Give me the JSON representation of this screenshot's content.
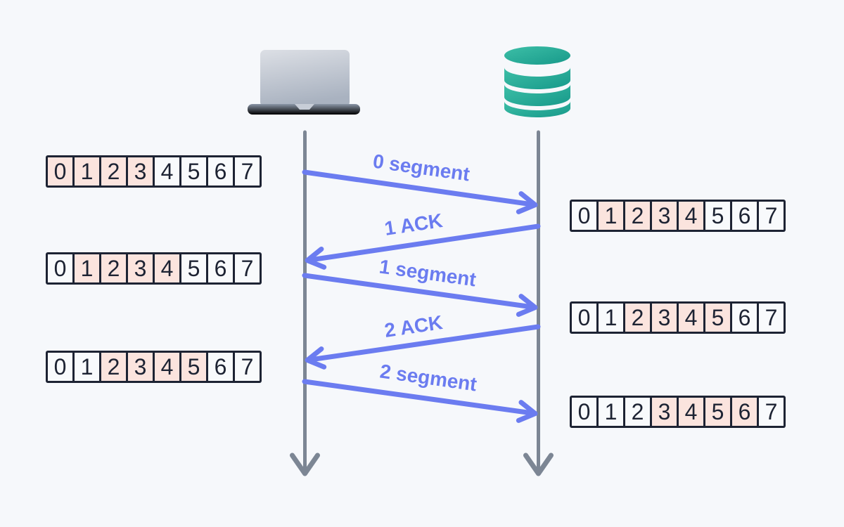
{
  "diagram": {
    "type": "sequence-diagram",
    "nodes": {
      "client": {
        "icon": "laptop"
      },
      "server": {
        "icon": "database"
      }
    },
    "messages": [
      {
        "label": "0 segment",
        "direction": "client-to-server"
      },
      {
        "label": "1 ACK",
        "direction": "server-to-client"
      },
      {
        "label": "1 segment",
        "direction": "client-to-server"
      },
      {
        "label": "2 ACK",
        "direction": "server-to-client"
      },
      {
        "label": "2 segment",
        "direction": "client-to-server"
      }
    ],
    "windows": {
      "left": [
        {
          "cells": [
            {
              "v": "0",
              "f": true
            },
            {
              "v": "1",
              "f": true
            },
            {
              "v": "2",
              "f": true
            },
            {
              "v": "3",
              "f": true
            },
            {
              "v": "4",
              "f": false
            },
            {
              "v": "5",
              "f": false
            },
            {
              "v": "6",
              "f": false
            },
            {
              "v": "7",
              "f": false
            }
          ]
        },
        {
          "cells": [
            {
              "v": "0",
              "f": false
            },
            {
              "v": "1",
              "f": true
            },
            {
              "v": "2",
              "f": true
            },
            {
              "v": "3",
              "f": true
            },
            {
              "v": "4",
              "f": true
            },
            {
              "v": "5",
              "f": false
            },
            {
              "v": "6",
              "f": false
            },
            {
              "v": "7",
              "f": false
            }
          ]
        },
        {
          "cells": [
            {
              "v": "0",
              "f": false
            },
            {
              "v": "1",
              "f": false
            },
            {
              "v": "2",
              "f": true
            },
            {
              "v": "3",
              "f": true
            },
            {
              "v": "4",
              "f": true
            },
            {
              "v": "5",
              "f": true
            },
            {
              "v": "6",
              "f": false
            },
            {
              "v": "7",
              "f": false
            }
          ]
        }
      ],
      "right": [
        {
          "cells": [
            {
              "v": "0",
              "f": false
            },
            {
              "v": "1",
              "f": true
            },
            {
              "v": "2",
              "f": true
            },
            {
              "v": "3",
              "f": true
            },
            {
              "v": "4",
              "f": true
            },
            {
              "v": "5",
              "f": false
            },
            {
              "v": "6",
              "f": false
            },
            {
              "v": "7",
              "f": false
            }
          ]
        },
        {
          "cells": [
            {
              "v": "0",
              "f": false
            },
            {
              "v": "1",
              "f": false
            },
            {
              "v": "2",
              "f": true
            },
            {
              "v": "3",
              "f": true
            },
            {
              "v": "4",
              "f": true
            },
            {
              "v": "5",
              "f": true
            },
            {
              "v": "6",
              "f": false
            },
            {
              "v": "7",
              "f": false
            }
          ]
        },
        {
          "cells": [
            {
              "v": "0",
              "f": false
            },
            {
              "v": "1",
              "f": false
            },
            {
              "v": "2",
              "f": false
            },
            {
              "v": "3",
              "f": true
            },
            {
              "v": "4",
              "f": true
            },
            {
              "v": "5",
              "f": true
            },
            {
              "v": "6",
              "f": true
            },
            {
              "v": "7",
              "f": false
            }
          ]
        }
      ]
    },
    "colors": {
      "background": "#f6f8fb",
      "accent_blue": "#6b7cf0",
      "timeline_gray": "#7c8694",
      "cell_filled_pink": "#fbe4de",
      "cell_empty": "#f8fafc",
      "cell_border_navy": "#1d2333",
      "database_teal": "#23ab96",
      "laptop_gray": "#aab3c1"
    }
  }
}
